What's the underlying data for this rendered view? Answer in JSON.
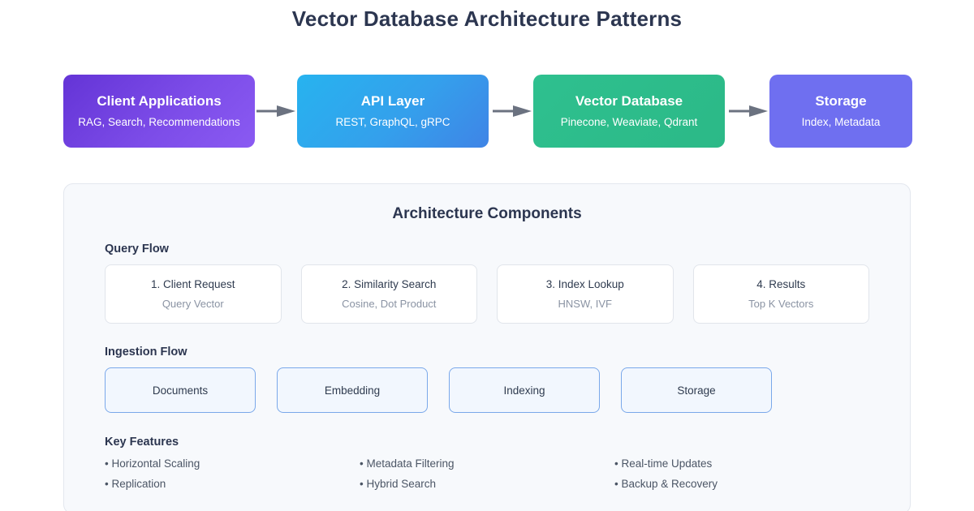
{
  "page": {
    "title": "Vector Database Architecture Patterns"
  },
  "flow": {
    "nodes": [
      {
        "title": "Client Applications",
        "subtitle": "RAG, Search, Recommendations",
        "color": "#7c4ce8"
      },
      {
        "title": "API Layer",
        "subtitle": "REST, GraphQL, gRPC",
        "color": "#34a0ec"
      },
      {
        "title": "Vector Database",
        "subtitle": "Pinecone, Weaviate, Qdrant",
        "color": "#2cb987"
      },
      {
        "title": "Storage",
        "subtitle": "Index, Metadata",
        "color": "#6f6ff0"
      }
    ],
    "arrow_icon": "arrow-right-icon",
    "arrow_color": "#6b7280"
  },
  "panel": {
    "heading": "Architecture Components",
    "background": "#f7f9fc",
    "border_color": "#e3e7ee",
    "query_flow": {
      "heading": "Query Flow",
      "cards": [
        {
          "title": "1. Client Request",
          "subtitle": "Query Vector"
        },
        {
          "title": "2. Similarity Search",
          "subtitle": "Cosine, Dot Product"
        },
        {
          "title": "3. Index Lookup",
          "subtitle": "HNSW, IVF"
        },
        {
          "title": "4. Results",
          "subtitle": "Top K Vectors"
        }
      ]
    },
    "ingestion_flow": {
      "heading": "Ingestion Flow",
      "boxes": [
        {
          "label": "Documents"
        },
        {
          "label": "Embedding"
        },
        {
          "label": "Indexing"
        },
        {
          "label": "Storage"
        }
      ],
      "fill_color": "#f2f7fe",
      "border_color": "#7aa8ea"
    },
    "key_features": {
      "heading": "Key Features",
      "items": [
        {
          "label": "• Horizontal Scaling"
        },
        {
          "label": "• Metadata Filtering"
        },
        {
          "label": "• Real-time Updates"
        },
        {
          "label": "• Replication"
        },
        {
          "label": "• Hybrid Search"
        },
        {
          "label": "• Backup & Recovery"
        }
      ]
    }
  }
}
